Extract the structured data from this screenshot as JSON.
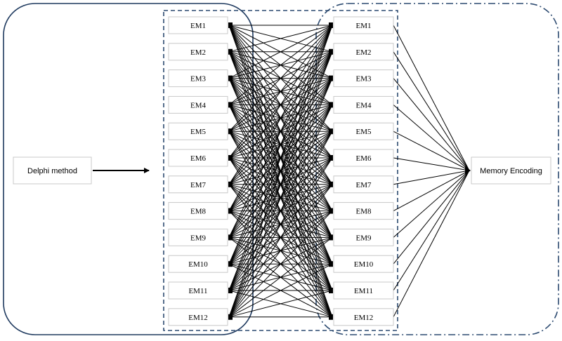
{
  "source_label": "Delphi method",
  "target_label": "Memory Encoding",
  "left_column": {
    "items": [
      "EM1",
      "EM2",
      "EM3",
      "EM4",
      "EM5",
      "EM6",
      "EM7",
      "EM8",
      "EM9",
      "EM10",
      "EM11",
      "EM12"
    ]
  },
  "right_column": {
    "items": [
      "EM1",
      "EM2",
      "EM3",
      "EM4",
      "EM5",
      "EM6",
      "EM7",
      "EM8",
      "EM9",
      "EM10",
      "EM11",
      "EM12"
    ]
  },
  "colors": {
    "left_frame": "#1f3a5f",
    "dashed_frame": "#2c4a70",
    "dashdot_frame": "#2c4a70",
    "box_border": "#c8c8c8",
    "line": "#000000"
  }
}
